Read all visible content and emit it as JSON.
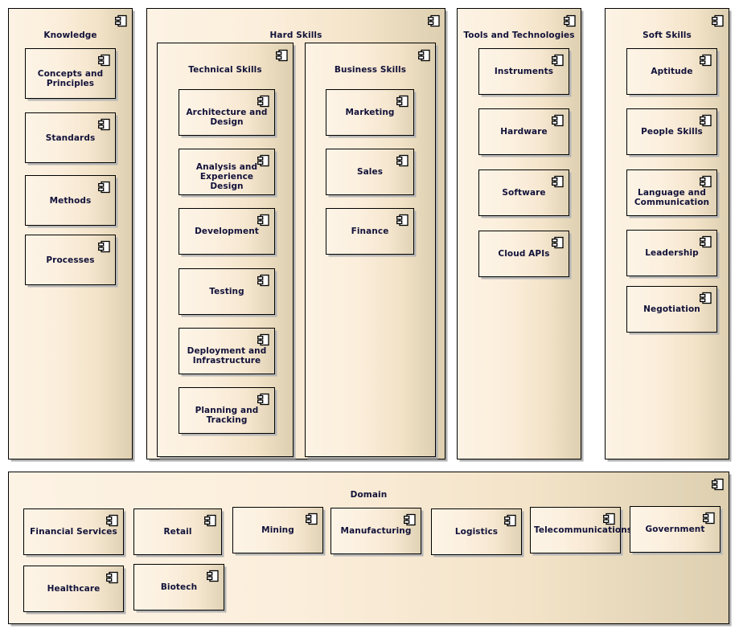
{
  "diagram": {
    "type": "uml-component-diagram",
    "icon": "uml-component-icon",
    "colors": {
      "border": "#000000",
      "text": "#12123a",
      "fill_light": "#fdf4e7",
      "fill_dark": "#ddcfb0",
      "shadow": "#b0b0b0",
      "page_background": "#ffffff"
    }
  },
  "packages": [
    {
      "id": "knowledge",
      "label": "Knowledge",
      "components": [
        {
          "label": "Concepts and\nPrinciples"
        },
        {
          "label": "Standards"
        },
        {
          "label": "Methods"
        },
        {
          "label": "Processes"
        }
      ]
    },
    {
      "id": "hard-skills",
      "label": "Hard Skills",
      "packages": [
        {
          "id": "technical-skills",
          "label": "Technical Skills",
          "components": [
            {
              "label": "Architecture and\nDesign"
            },
            {
              "label": "Analysis and\nExperience Design"
            },
            {
              "label": "Development"
            },
            {
              "label": "Testing"
            },
            {
              "label": "Deployment and\nInfrastructure"
            },
            {
              "label": "Planning and\nTracking"
            }
          ]
        },
        {
          "id": "business-skills",
          "label": "Business Skills",
          "components": [
            {
              "label": "Marketing"
            },
            {
              "label": "Sales"
            },
            {
              "label": "Finance"
            }
          ]
        }
      ]
    },
    {
      "id": "tools-and-technologies",
      "label": "Tools and Technologies",
      "components": [
        {
          "label": "Instruments"
        },
        {
          "label": "Hardware"
        },
        {
          "label": "Software"
        },
        {
          "label": "Cloud APIs"
        }
      ]
    },
    {
      "id": "soft-skills",
      "label": "Soft Skills",
      "components": [
        {
          "label": "Aptitude"
        },
        {
          "label": "People Skills"
        },
        {
          "label": "Language and\nCommunication"
        },
        {
          "label": "Leadership"
        },
        {
          "label": "Negotiation"
        }
      ]
    },
    {
      "id": "domain",
      "label": "Domain",
      "components": [
        {
          "label": "Financial Services"
        },
        {
          "label": "Retail"
        },
        {
          "label": "Mining"
        },
        {
          "label": "Manufacturing"
        },
        {
          "label": "Logistics"
        },
        {
          "label": "Telecommunications"
        },
        {
          "label": "Government"
        },
        {
          "label": "Healthcare"
        },
        {
          "label": "Biotech"
        }
      ]
    }
  ]
}
